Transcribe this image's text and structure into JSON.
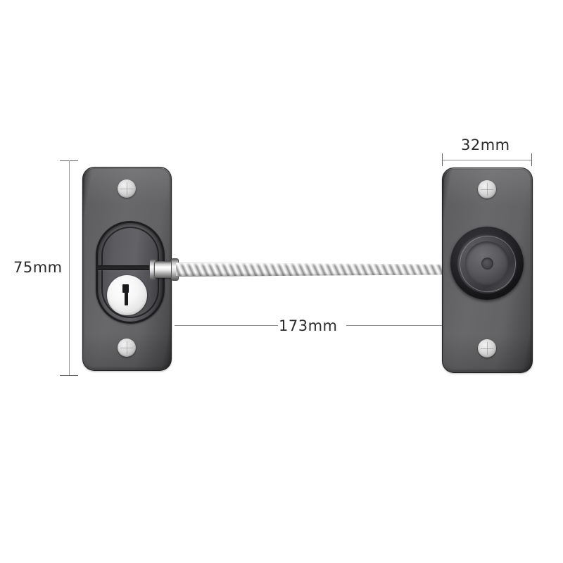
{
  "product": {
    "name": "cable-window-lock",
    "description": "Two-plate cable restrictor lock with key cylinder"
  },
  "dimensions": {
    "height": {
      "label": "75mm",
      "value": 75,
      "unit": "mm",
      "axis": "vertical",
      "describes": "plate-height"
    },
    "width": {
      "label": "32mm",
      "value": 32,
      "unit": "mm",
      "axis": "horizontal",
      "describes": "plate-width"
    },
    "cable_length": {
      "label": "173mm",
      "value": 173,
      "unit": "mm",
      "axis": "horizontal",
      "describes": "cable-span-between-plates"
    }
  },
  "colors": {
    "background": "#ffffff",
    "plate_body": "#63636 5",
    "plate_edge": "#232325",
    "dimension_line": "#8e8e8e",
    "dimension_text": "#2b2b2b",
    "cable_steel": "#e9e9e9",
    "screw_head": "#d8d8d8",
    "key_cylinder": "#f6f6f6",
    "keyway": "#1b1b1e"
  },
  "parts": {
    "left_plate": "left-mounting-plate",
    "right_plate": "right-mounting-plate",
    "cable": "braided-steel-cable",
    "key_cylinder": "key-cylinder",
    "lock_receiver": "circular-lock-receiver",
    "screws": [
      "screw-top-left",
      "screw-bottom-left",
      "screw-top-right",
      "screw-bottom-right"
    ]
  }
}
